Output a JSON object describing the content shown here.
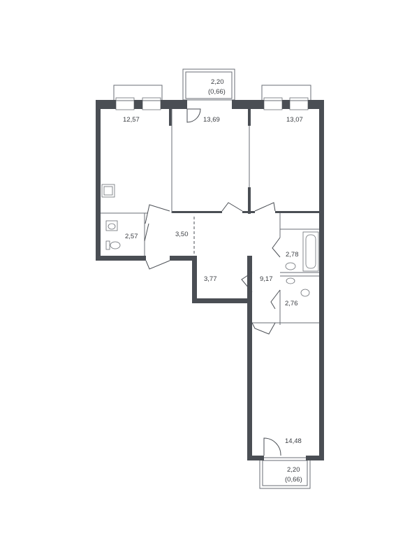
{
  "rooms": {
    "room_top_left": "12,57",
    "room_top_middle": "13,69",
    "room_top_right": "13,07",
    "bathroom_left": "2,57",
    "hall_left": "3,50",
    "storage": "3,77",
    "corridor": "9,17",
    "bathroom_right": "2,78",
    "toilet_right": "2,76",
    "room_bottom": "14,48"
  },
  "balconies": {
    "top_area": "2,20",
    "top_area_reduced": "(0,66)",
    "bottom_area": "2,20",
    "bottom_area_reduced": "(0,66)"
  }
}
